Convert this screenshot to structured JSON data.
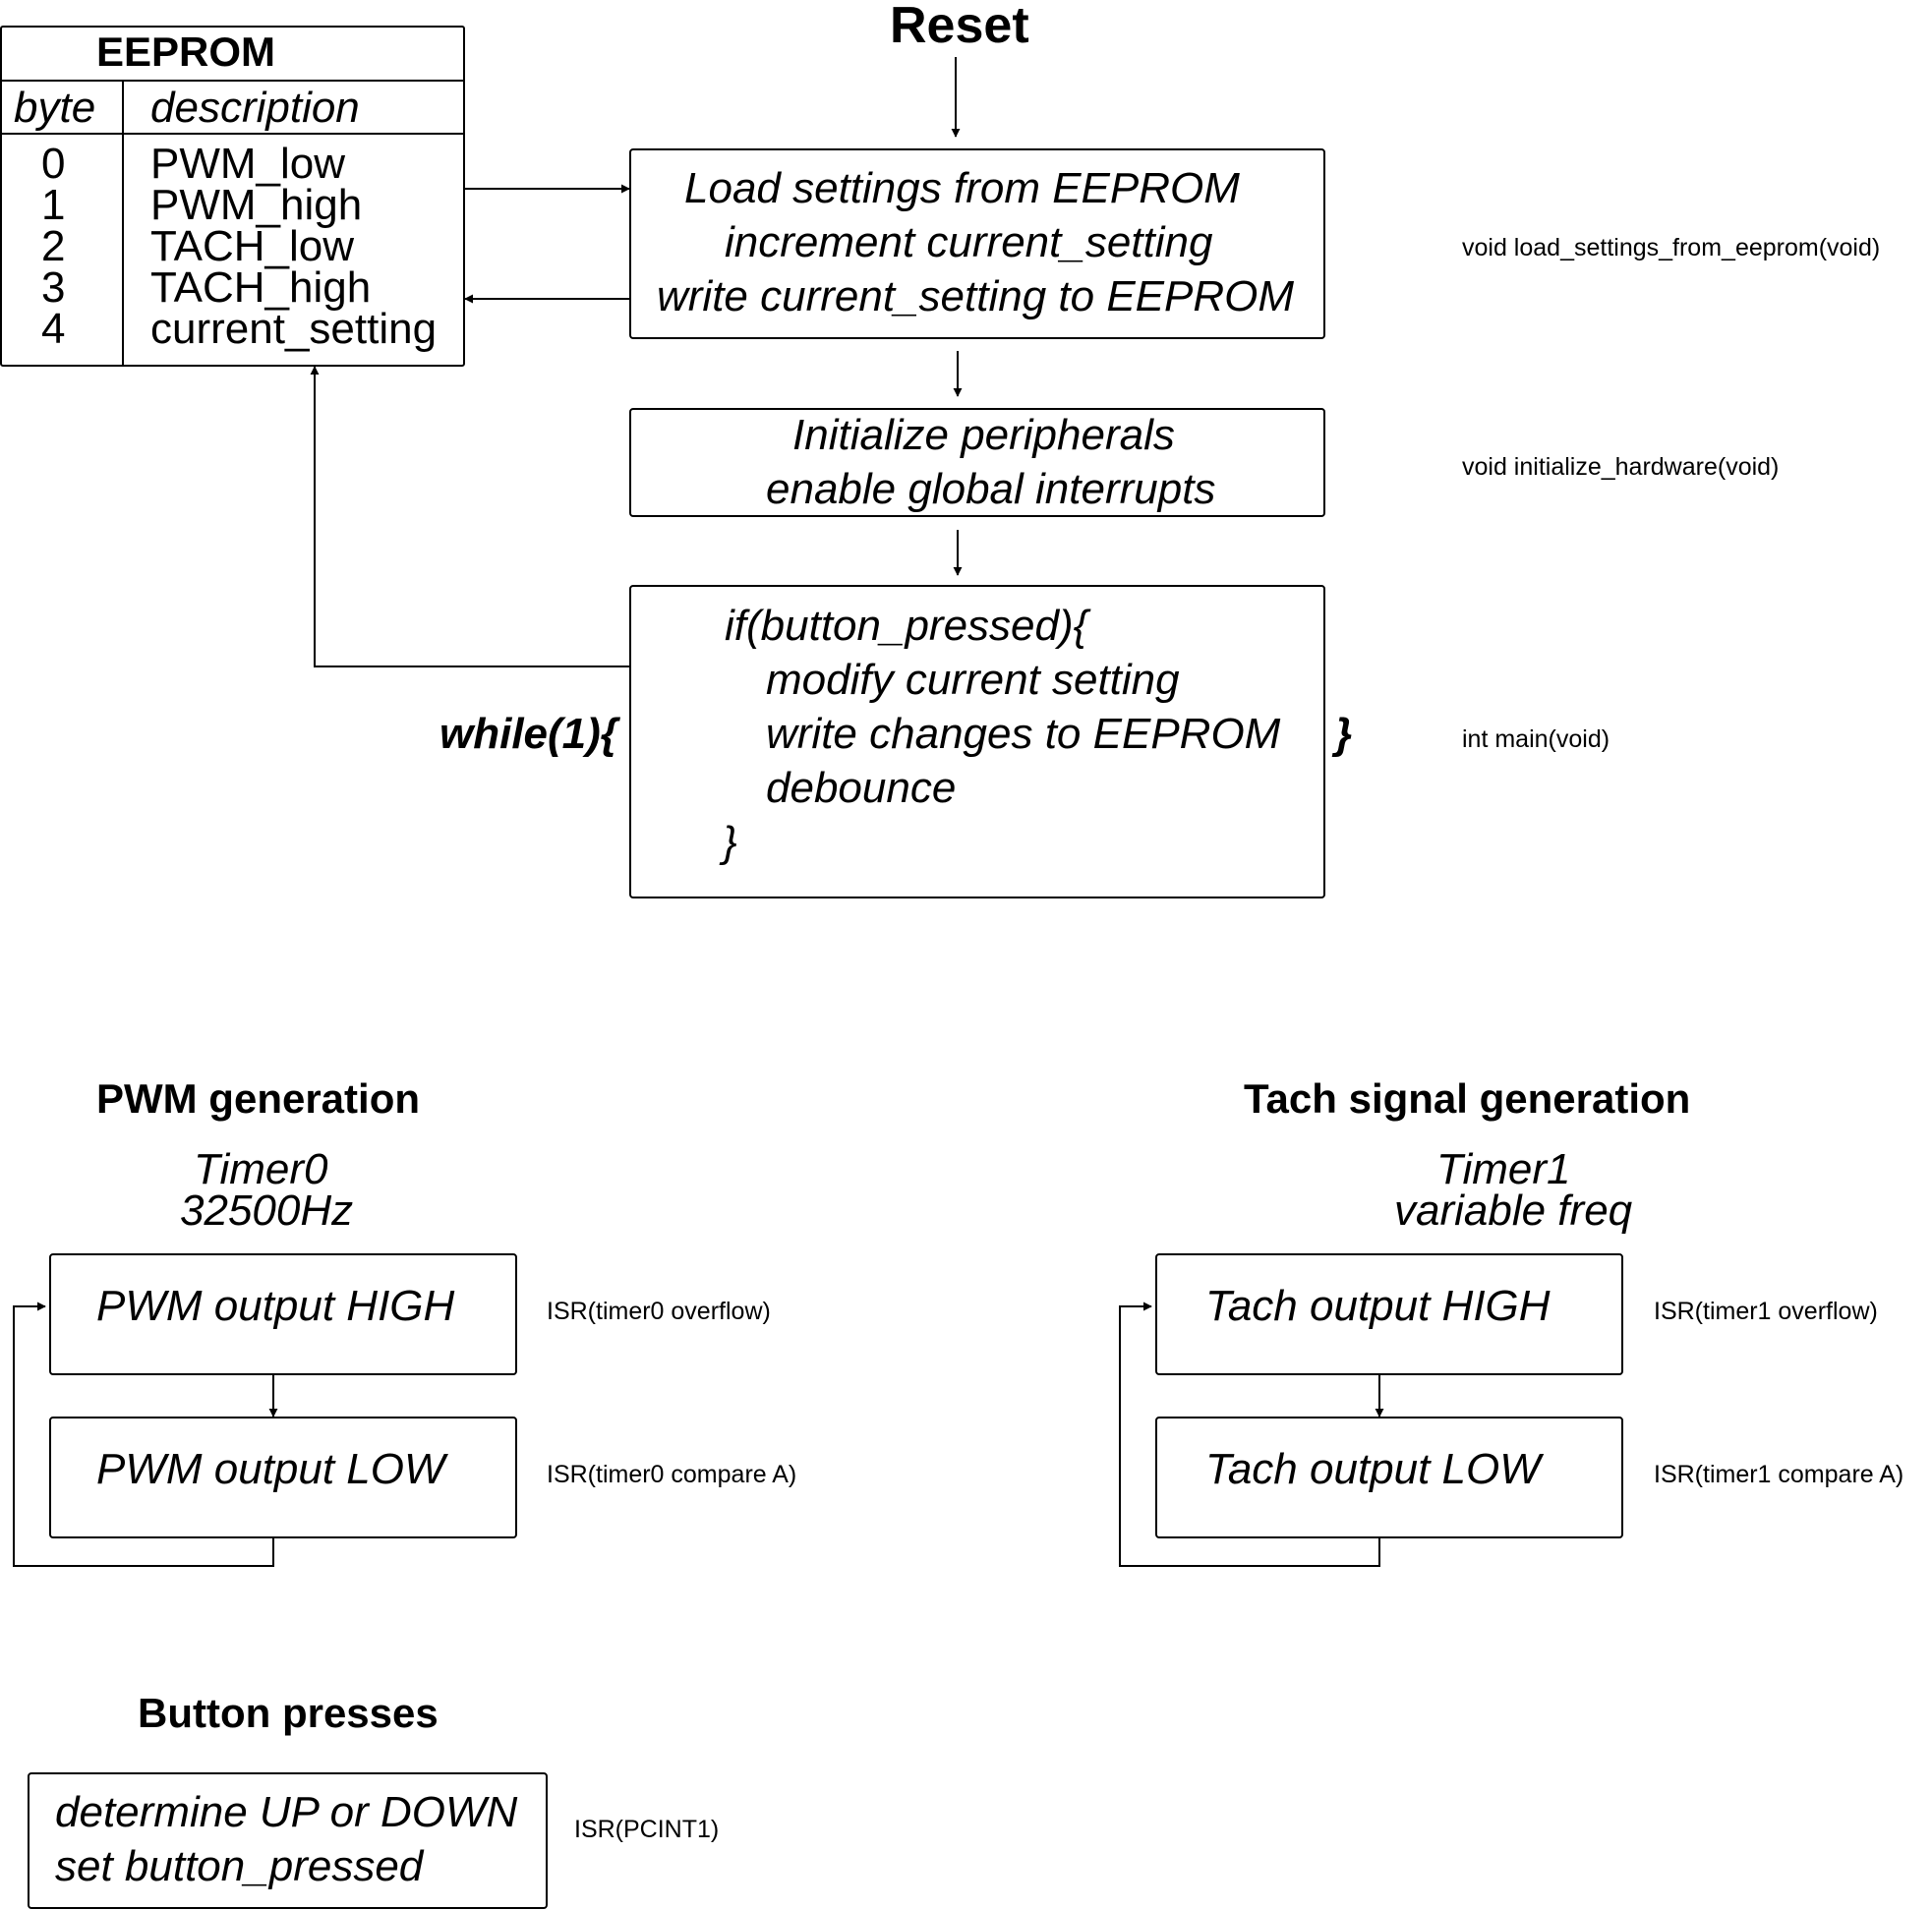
{
  "reset_title": "Reset",
  "eeprom": {
    "title": "EEPROM",
    "col_byte": "byte",
    "col_description": "description",
    "rows": [
      {
        "byte": "0",
        "description": "PWM_low"
      },
      {
        "byte": "1",
        "description": "PWM_high"
      },
      {
        "byte": "2",
        "description": "TACH_low"
      },
      {
        "byte": "3",
        "description": "TACH_high"
      },
      {
        "byte": "4",
        "description": "current_setting"
      }
    ]
  },
  "load_box": {
    "lines": [
      "Load settings from EEPROM",
      "increment current_setting",
      "write current_setting to EEPROM"
    ],
    "function": "void load_settings_from_eeprom(void)"
  },
  "init_box": {
    "lines": [
      "Initialize peripherals",
      "enable global interrupts"
    ],
    "function": "void initialize_hardware(void)"
  },
  "main_box": {
    "while_open": "while(1){",
    "lines": [
      "if(button_pressed){",
      "modify current setting",
      "write changes to EEPROM",
      "debounce",
      "}"
    ],
    "while_close": "}",
    "function": "int main(void)"
  },
  "pwm": {
    "heading": "PWM generation",
    "timer": "Timer0",
    "freq": "32500Hz",
    "high_box": "PWM output HIGH",
    "high_isr": "ISR(timer0 overflow)",
    "low_box": "PWM output LOW",
    "low_isr": "ISR(timer0 compare A)"
  },
  "tach": {
    "heading": "Tach signal generation",
    "timer": "Timer1",
    "freq": "variable freq",
    "high_box": "Tach output HIGH",
    "high_isr": "ISR(timer1 overflow)",
    "low_box": "Tach output LOW",
    "low_isr": "ISR(timer1 compare A)"
  },
  "button": {
    "heading": "Button presses",
    "lines": [
      "determine UP or DOWN",
      "set button_pressed"
    ],
    "isr": "ISR(PCINT1)"
  }
}
